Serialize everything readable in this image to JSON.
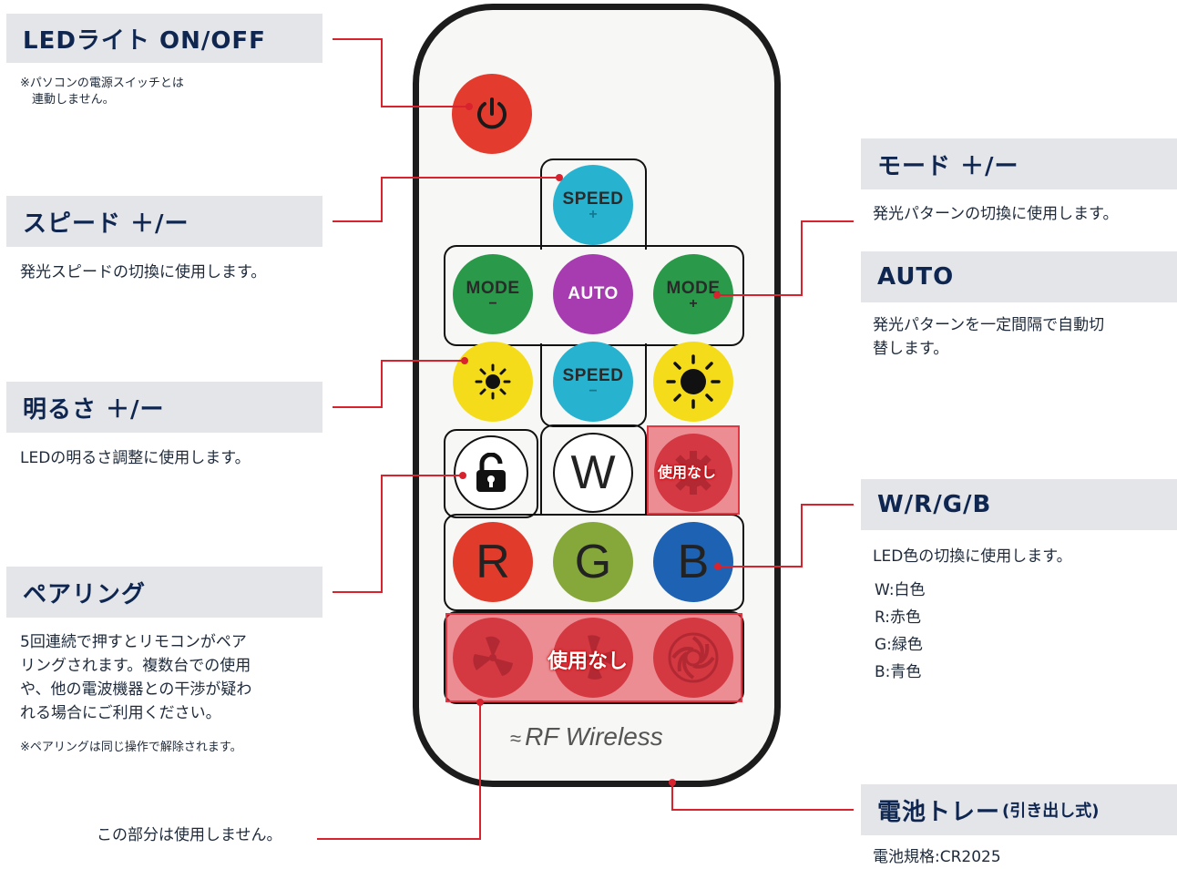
{
  "left": {
    "power": {
      "title": "LEDライト ON/OFF",
      "note_line1": "※パソコンの電源スイッチとは",
      "note_line2": "　連動しません。"
    },
    "speed": {
      "title": "スピード ＋/ー",
      "desc": "発光スピードの切換に使用します。"
    },
    "brightness": {
      "title": "明るさ ＋/ー",
      "desc": "LEDの明るさ調整に使用します。"
    },
    "pairing": {
      "title": "ペアリング",
      "desc_line1": "5回連続で押すとリモコンがペア",
      "desc_line2": "リングされます。複数台での使用",
      "desc_line3": "や、他の電波機器との干渉が疑わ",
      "desc_line4": "れる場合にご利用ください。",
      "note": "※ペアリングは同じ操作で解除されます。"
    },
    "unused_note": "この部分は使用しません。"
  },
  "right": {
    "mode": {
      "title": "モード ＋/ー",
      "desc": "発光パターンの切換に使用します。"
    },
    "auto": {
      "title": "AUTO",
      "desc_line1": "発光パターンを一定間隔で自動切",
      "desc_line2": "替します。"
    },
    "wrgb": {
      "title": "W/R/G/B",
      "desc": "LED色の切換に使用します。",
      "items": [
        "W:白色",
        "R:赤色",
        "G:緑色",
        "B:青色"
      ]
    },
    "battery": {
      "title": "電池トレー",
      "title_small": "(引き出し式)",
      "spec": "電池規格:CR2025"
    }
  },
  "remote": {
    "speed_label": "SPEED",
    "mode_label": "MODE",
    "auto_label": "AUTO",
    "w_label": "W",
    "r_label": "R",
    "g_label": "G",
    "b_label": "B",
    "plus": "+",
    "minus": "−",
    "unused_label": "使用なし",
    "wireless_label": "RF Wireless"
  },
  "colors": {
    "header_bg": "#e4e5e9",
    "header_text": "#0f2750",
    "leader_line": "#d8232f",
    "power_btn": "#e33b2e",
    "speed_btn": "#27b2d0",
    "mode_btn": "#2a9a4a",
    "auto_btn": "#a63cb0",
    "bright_btn": "#f5dc1a",
    "r_btn": "#e13b2b",
    "g_btn": "#86a83a",
    "b_btn": "#1e62b4"
  }
}
